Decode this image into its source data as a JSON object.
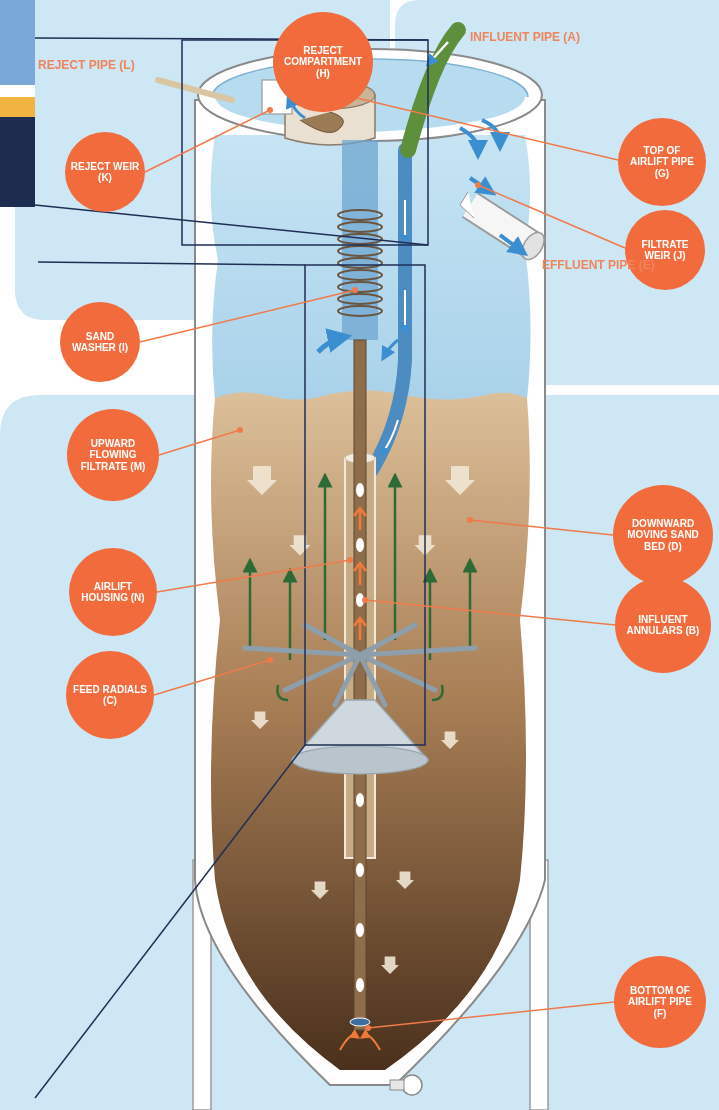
{
  "diagram": {
    "nodes": [
      {
        "text": [
          "REJECT COMPARTMENT (H)"
        ]
      },
      {
        "text": [
          "REJECT WEIR (K)"
        ]
      },
      {
        "text": [
          "TOP OF AIRLIFT PIPE (G)"
        ]
      },
      {
        "text": [
          "FILTRATE WEIR (J)"
        ]
      },
      {
        "text": [
          "SAND WASHER (I)"
        ]
      },
      {
        "text": [
          "UPWARD FLOWING FILTRATE (M)"
        ]
      },
      {
        "text": [
          "DOWNWARD MOVING SAND BED (D)"
        ]
      },
      {
        "text": [
          "AIRLIFT HOUSING (N)"
        ]
      },
      {
        "text": [
          "INFLUENT ANNULARS (B)"
        ]
      },
      {
        "text": [
          "FEED RADIALS (C)"
        ]
      },
      {
        "text": [
          "BOTTOM OF AIRLIFT PIPE (F)"
        ]
      }
    ],
    "labels": [
      "INFLUENT PIPE (A)",
      "REJECT PIPE (L)",
      "EFFLUENT PIPE (E)"
    ]
  }
}
